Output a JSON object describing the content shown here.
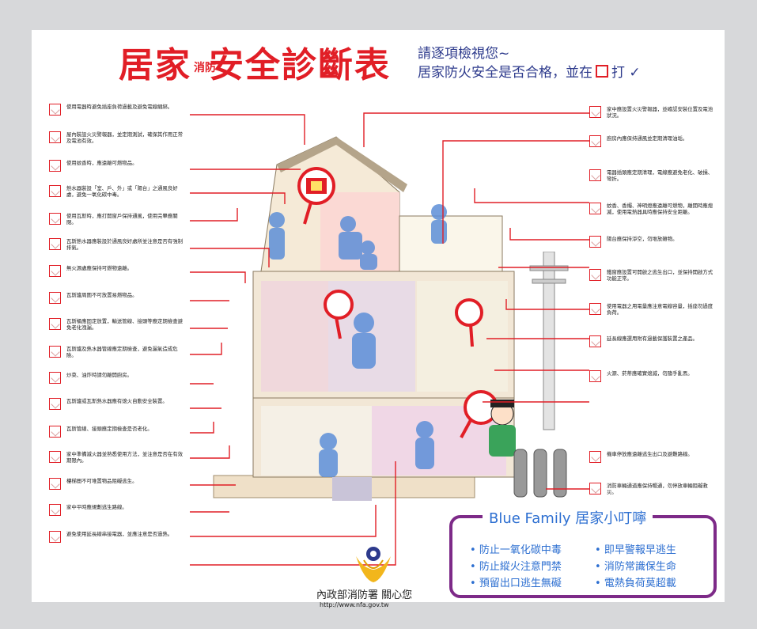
{
  "title": {
    "main_1": "居家",
    "small_1": "消防",
    "main_2": "安全診斷表",
    "sub_line1": "請逐項檢視您~",
    "sub_line2_pre": "居家防火安全是否合格，並在",
    "sub_line2_mid": "打",
    "check": "✓"
  },
  "left_items": [
    "使用電器時避免插座負荷過載及避免電線綑綁。",
    "屋內裝設火災警報器，並定期測試，確保其作用正常及電池有效。",
    "使用蚊香時，應遠離可燃物品。",
    "熱水器裝設「室、戶、外」或「陽台」之通風良好處，避免一氧化碳中毒。",
    "使用瓦斯時，應打開窗戶保持通風，使用完畢應關閉。",
    "瓦斯熱水器應裝設於通風良好處所並注意是否有強制排氣。",
    "無火源處應保持可燃物遠離。",
    "瓦斯爐周圍不可放置易燃物品。",
    "瓦斯桶應固定放置，輸送管線、接頭等應定期檢查避免老化洩漏。",
    "瓦斯爐及熱水器管線應定期檢查，避免漏氣造成危險。",
    "炒菜、油炸時請勿離開廚房。",
    "瓦斯爐或瓦斯熱水器應有熄火自動安全裝置。",
    "瓦斯管線、接頭應定期檢查是否老化。",
    "家中準備滅火器並熟悉使用方法，並注意是否在有效期限內。",
    "樓梯間不可堆置物品阻礙逃生。",
    "家中平時應規劃逃生路線。",
    "避免使用延長線串接電器，並應注意是否過熱。"
  ],
  "right_items": [
    "家中應設置火災警報器，並確認安裝位置及電池狀況。",
    "廚房內應保持通風並定期清理油垢。",
    "電器插頭應定期清理，電線應避免老化、破損、彎折。",
    "蚊香、香燭、神明燈應遠離可燃物，離開時應熄滅，使用電熱器具時應保持安全距離。",
    "陽台應保持淨空，勿堆放雜物。",
    "鐵窗應設置可開啟之逃生出口，並保持開啟方式功能正常。",
    "使用電器之用電量應注意電線容量，插座勿過度負荷。",
    "延長線應選用附有過載保護裝置之產品。",
    "火源、菸蒂應確實熄滅，勿隨手亂丟。",
    "機車停放應遠離逃生出口及避難路線。",
    "消防車輛通道應保持暢通，勿停放車輛阻礙救災。"
  ],
  "blue_family": {
    "title": "Blue Family 居家小叮嚀",
    "left": [
      "防止一氧化碳中毒",
      "防止縱火注意門禁",
      "預留出口逃生無礙"
    ],
    "right": [
      "即早警報早逃生",
      "消防常識保生命",
      "電熱負荷莫超載"
    ]
  },
  "footer": {
    "agency": "內政部消防署  關心您",
    "url": "http://www.nfa.gov.tw"
  },
  "colors": {
    "red": "#e11e26",
    "blue": "#2d6fd1",
    "purple": "#7d2a88",
    "figure_blue": "#5d8fd8",
    "wall": "#f2e7d6"
  }
}
